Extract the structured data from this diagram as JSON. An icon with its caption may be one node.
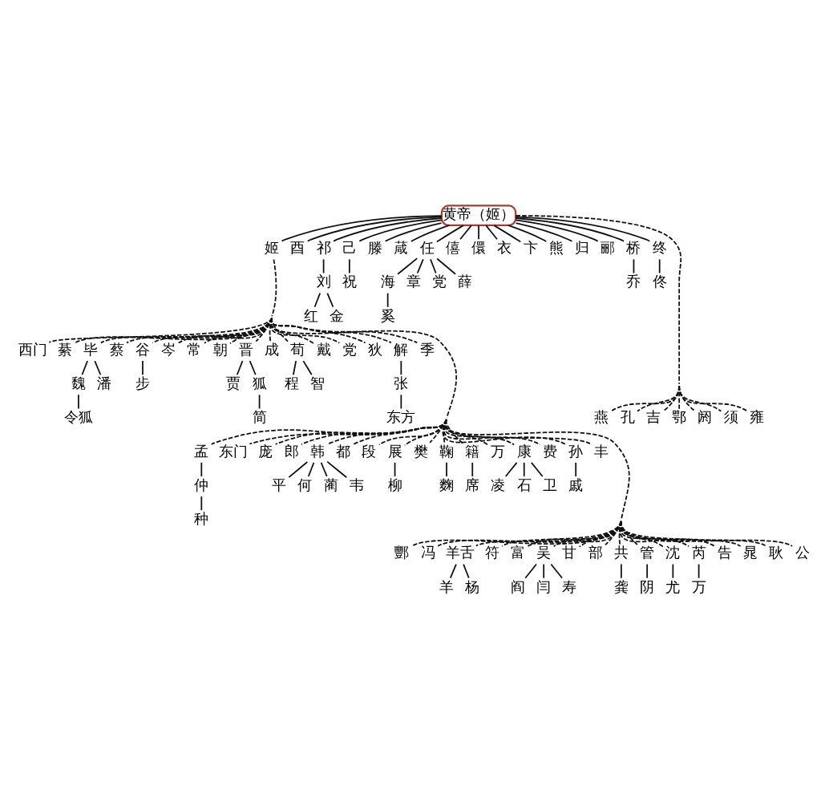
{
  "diagram": {
    "nodes": [
      {
        "text": [
          "黄帝（姬）"
        ]
      },
      {
        "text": [
          "姬"
        ]
      },
      {
        "text": [
          "酉"
        ]
      },
      {
        "text": [
          "祁"
        ]
      },
      {
        "text": [
          "己"
        ]
      },
      {
        "text": [
          "滕"
        ]
      },
      {
        "text": [
          "葴"
        ]
      },
      {
        "text": [
          "任"
        ]
      },
      {
        "text": [
          "僖"
        ]
      },
      {
        "text": [
          "儇"
        ]
      },
      {
        "text": [
          "衣"
        ]
      },
      {
        "text": [
          "卞"
        ]
      },
      {
        "text": [
          "熊"
        ]
      },
      {
        "text": [
          "归"
        ]
      },
      {
        "text": [
          "郦"
        ]
      },
      {
        "text": [
          "桥"
        ]
      },
      {
        "text": [
          "终"
        ]
      },
      {
        "text": [
          "刘"
        ]
      },
      {
        "text": [
          "祝"
        ]
      },
      {
        "text": [
          "红"
        ]
      },
      {
        "text": [
          "金"
        ]
      },
      {
        "text": [
          "海"
        ]
      },
      {
        "text": [
          "章"
        ]
      },
      {
        "text": [
          "党"
        ]
      },
      {
        "text": [
          "薛"
        ]
      },
      {
        "text": [
          "奚"
        ]
      },
      {
        "text": [
          "燕"
        ]
      },
      {
        "text": [
          "孔"
        ]
      },
      {
        "text": [
          "吉"
        ]
      },
      {
        "text": [
          "鄂"
        ]
      },
      {
        "text": [
          "阏"
        ]
      },
      {
        "text": [
          "须"
        ]
      },
      {
        "text": [
          "雍"
        ]
      },
      {
        "text": [
          "乔"
        ]
      },
      {
        "text": [
          "佟"
        ]
      },
      {
        "text": [
          "西门"
        ]
      },
      {
        "text": [
          "綦"
        ]
      },
      {
        "text": [
          "毕"
        ]
      },
      {
        "text": [
          "蔡"
        ]
      },
      {
        "text": [
          "谷"
        ]
      },
      {
        "text": [
          "岑"
        ]
      },
      {
        "text": [
          "常"
        ]
      },
      {
        "text": [
          "朝"
        ]
      },
      {
        "text": [
          "晋"
        ]
      },
      {
        "text": [
          "成"
        ]
      },
      {
        "text": [
          "荀"
        ]
      },
      {
        "text": [
          "戴"
        ]
      },
      {
        "text": [
          "党"
        ]
      },
      {
        "text": [
          "狄"
        ]
      },
      {
        "text": [
          "解"
        ]
      },
      {
        "text": [
          "季"
        ]
      },
      {
        "text": [
          "魏"
        ]
      },
      {
        "text": [
          "潘"
        ]
      },
      {
        "text": [
          "令狐"
        ]
      },
      {
        "text": [
          "步"
        ]
      },
      {
        "text": [
          "贾"
        ]
      },
      {
        "text": [
          "狐"
        ]
      },
      {
        "text": [
          "简"
        ]
      },
      {
        "text": [
          "程"
        ]
      },
      {
        "text": [
          "智"
        ]
      },
      {
        "text": [
          "张"
        ]
      },
      {
        "text": [
          "东方"
        ]
      },
      {
        "text": [
          "孟"
        ]
      },
      {
        "text": [
          "东门"
        ]
      },
      {
        "text": [
          "庞"
        ]
      },
      {
        "text": [
          "郎"
        ]
      },
      {
        "text": [
          "韩"
        ]
      },
      {
        "text": [
          "都"
        ]
      },
      {
        "text": [
          "段"
        ]
      },
      {
        "text": [
          "展"
        ]
      },
      {
        "text": [
          "樊"
        ]
      },
      {
        "text": [
          "鞠"
        ]
      },
      {
        "text": [
          "籍"
        ]
      },
      {
        "text": [
          "万"
        ]
      },
      {
        "text": [
          "康"
        ]
      },
      {
        "text": [
          "费"
        ]
      },
      {
        "text": [
          "孙"
        ]
      },
      {
        "text": [
          "丰"
        ]
      },
      {
        "text": [
          "仲"
        ]
      },
      {
        "text": [
          "种"
        ]
      },
      {
        "text": [
          "平"
        ]
      },
      {
        "text": [
          "何"
        ]
      },
      {
        "text": [
          "蔺"
        ]
      },
      {
        "text": [
          "韦"
        ]
      },
      {
        "text": [
          "柳"
        ]
      },
      {
        "text": [
          "麴"
        ]
      },
      {
        "text": [
          "席"
        ]
      },
      {
        "text": [
          "凌"
        ]
      },
      {
        "text": [
          "石"
        ]
      },
      {
        "text": [
          "卫"
        ]
      },
      {
        "text": [
          "戚"
        ]
      },
      {
        "text": [
          "酆"
        ]
      },
      {
        "text": [
          "冯"
        ]
      },
      {
        "text": [
          "羊舌"
        ]
      },
      {
        "text": [
          "符"
        ]
      },
      {
        "text": [
          "富"
        ]
      },
      {
        "text": [
          "吴"
        ]
      },
      {
        "text": [
          "甘"
        ]
      },
      {
        "text": [
          "部"
        ]
      },
      {
        "text": [
          "共"
        ]
      },
      {
        "text": [
          "管"
        ]
      },
      {
        "text": [
          "沈"
        ]
      },
      {
        "text": [
          "芮"
        ]
      },
      {
        "text": [
          "告"
        ]
      },
      {
        "text": [
          "晁"
        ]
      },
      {
        "text": [
          "耿"
        ]
      },
      {
        "text": [
          "公"
        ]
      },
      {
        "text": [
          "羊"
        ]
      },
      {
        "text": [
          "杨"
        ]
      },
      {
        "text": [
          "阎"
        ]
      },
      {
        "text": [
          "闫"
        ]
      },
      {
        "text": [
          "寿"
        ]
      },
      {
        "text": [
          "龚"
        ]
      },
      {
        "text": [
          "阴"
        ]
      },
      {
        "text": [
          "尤"
        ]
      },
      {
        "text": [
          "万"
        ]
      }
    ],
    "edges": [
      {
        "from": 0,
        "to": 1,
        "arrow": "none"
      },
      {
        "from": 0,
        "to": 2,
        "arrow": "none"
      },
      {
        "from": 0,
        "to": 3,
        "arrow": "none"
      },
      {
        "from": 0,
        "to": 4,
        "arrow": "none"
      },
      {
        "from": 0,
        "to": 5,
        "arrow": "none"
      },
      {
        "from": 0,
        "to": 6,
        "arrow": "none"
      },
      {
        "from": 0,
        "to": 7,
        "arrow": "none"
      },
      {
        "from": 0,
        "to": 8,
        "arrow": "none"
      },
      {
        "from": 0,
        "to": 9,
        "arrow": "none"
      },
      {
        "from": 0,
        "to": 10,
        "arrow": "none"
      },
      {
        "from": 0,
        "to": 11,
        "arrow": "none"
      },
      {
        "from": 0,
        "to": 12,
        "arrow": "none"
      },
      {
        "from": 0,
        "to": 13,
        "arrow": "none"
      },
      {
        "from": 0,
        "to": 14,
        "arrow": "none"
      },
      {
        "from": 0,
        "to": 15,
        "arrow": "none"
      },
      {
        "from": 0,
        "to": 16,
        "arrow": "none"
      },
      {
        "from": 0,
        "to": 26,
        "arrow": "none",
        "style": "dashed"
      },
      {
        "from": 0,
        "to": 27,
        "arrow": "none",
        "style": "dashed"
      },
      {
        "from": 0,
        "to": 28,
        "arrow": "none",
        "style": "dashed"
      },
      {
        "from": 0,
        "to": 29,
        "arrow": "none",
        "style": "dashed"
      },
      {
        "from": 0,
        "to": 30,
        "arrow": "none",
        "style": "dashed"
      },
      {
        "from": 0,
        "to": 31,
        "arrow": "none",
        "style": "dashed"
      },
      {
        "from": 0,
        "to": 32,
        "arrow": "none",
        "style": "dashed"
      },
      {
        "from": 3,
        "to": 17,
        "arrow": "none"
      },
      {
        "from": 17,
        "to": 19,
        "arrow": "none"
      },
      {
        "from": 17,
        "to": 20,
        "arrow": "none"
      },
      {
        "from": 4,
        "to": 18,
        "arrow": "none"
      },
      {
        "from": 7,
        "to": 21,
        "arrow": "none"
      },
      {
        "from": 7,
        "to": 22,
        "arrow": "none"
      },
      {
        "from": 7,
        "to": 23,
        "arrow": "none"
      },
      {
        "from": 7,
        "to": 24,
        "arrow": "none"
      },
      {
        "from": 21,
        "to": 25,
        "arrow": "none"
      },
      {
        "from": 15,
        "to": 33,
        "arrow": "none"
      },
      {
        "from": 16,
        "to": 34,
        "arrow": "none"
      },
      {
        "from": 1,
        "to": 35,
        "arrow": "none",
        "style": "dashed"
      },
      {
        "from": 1,
        "to": 36,
        "arrow": "none",
        "style": "dashed"
      },
      {
        "from": 1,
        "to": 37,
        "arrow": "none",
        "style": "dashed"
      },
      {
        "from": 1,
        "to": 38,
        "arrow": "none",
        "style": "dashed"
      },
      {
        "from": 1,
        "to": 39,
        "arrow": "none",
        "style": "dashed"
      },
      {
        "from": 1,
        "to": 40,
        "arrow": "none",
        "style": "dashed"
      },
      {
        "from": 1,
        "to": 41,
        "arrow": "none",
        "style": "dashed"
      },
      {
        "from": 1,
        "to": 42,
        "arrow": "none",
        "style": "dashed"
      },
      {
        "from": 1,
        "to": 43,
        "arrow": "none",
        "style": "dashed"
      },
      {
        "from": 1,
        "to": 44,
        "arrow": "none",
        "style": "dashed"
      },
      {
        "from": 1,
        "to": 45,
        "arrow": "none",
        "style": "dashed"
      },
      {
        "from": 1,
        "to": 46,
        "arrow": "none",
        "style": "dashed"
      },
      {
        "from": 1,
        "to": 47,
        "arrow": "none",
        "style": "dashed"
      },
      {
        "from": 1,
        "to": 48,
        "arrow": "none",
        "style": "dashed"
      },
      {
        "from": 1,
        "to": 49,
        "arrow": "none",
        "style": "dashed"
      },
      {
        "from": 1,
        "to": 50,
        "arrow": "none",
        "style": "dashed"
      },
      {
        "from": 37,
        "to": 51,
        "arrow": "none"
      },
      {
        "from": 37,
        "to": 52,
        "arrow": "none"
      },
      {
        "from": 51,
        "to": 53,
        "arrow": "none"
      },
      {
        "from": 39,
        "to": 54,
        "arrow": "none"
      },
      {
        "from": 43,
        "to": 55,
        "arrow": "none"
      },
      {
        "from": 43,
        "to": 56,
        "arrow": "none"
      },
      {
        "from": 56,
        "to": 57,
        "arrow": "none"
      },
      {
        "from": 45,
        "to": 58,
        "arrow": "none"
      },
      {
        "from": 45,
        "to": 59,
        "arrow": "none"
      },
      {
        "from": 49,
        "to": 60,
        "arrow": "none"
      },
      {
        "from": 60,
        "to": 61,
        "arrow": "none"
      },
      {
        "from": 1,
        "to": 62,
        "arrow": "none",
        "style": "dashed"
      },
      {
        "from": 1,
        "to": 63,
        "arrow": "none",
        "style": "dashed"
      },
      {
        "from": 1,
        "to": 64,
        "arrow": "none",
        "style": "dashed"
      },
      {
        "from": 1,
        "to": 65,
        "arrow": "none",
        "style": "dashed"
      },
      {
        "from": 1,
        "to": 66,
        "arrow": "none",
        "style": "dashed"
      },
      {
        "from": 1,
        "to": 67,
        "arrow": "none",
        "style": "dashed"
      },
      {
        "from": 1,
        "to": 68,
        "arrow": "none",
        "style": "dashed"
      },
      {
        "from": 1,
        "to": 69,
        "arrow": "none",
        "style": "dashed"
      },
      {
        "from": 1,
        "to": 70,
        "arrow": "none",
        "style": "dashed"
      },
      {
        "from": 1,
        "to": 71,
        "arrow": "none",
        "style": "dashed"
      },
      {
        "from": 1,
        "to": 72,
        "arrow": "none",
        "style": "dashed"
      },
      {
        "from": 1,
        "to": 73,
        "arrow": "none",
        "style": "dashed"
      },
      {
        "from": 1,
        "to": 74,
        "arrow": "none",
        "style": "dashed"
      },
      {
        "from": 1,
        "to": 75,
        "arrow": "none",
        "style": "dashed"
      },
      {
        "from": 1,
        "to": 76,
        "arrow": "none",
        "style": "dashed"
      },
      {
        "from": 1,
        "to": 77,
        "arrow": "none",
        "style": "dashed"
      },
      {
        "from": 62,
        "to": 78,
        "arrow": "none"
      },
      {
        "from": 78,
        "to": 79,
        "arrow": "none"
      },
      {
        "from": 66,
        "to": 80,
        "arrow": "none"
      },
      {
        "from": 66,
        "to": 81,
        "arrow": "none"
      },
      {
        "from": 66,
        "to": 82,
        "arrow": "none"
      },
      {
        "from": 66,
        "to": 83,
        "arrow": "none"
      },
      {
        "from": 69,
        "to": 84,
        "arrow": "none"
      },
      {
        "from": 71,
        "to": 85,
        "arrow": "none"
      },
      {
        "from": 72,
        "to": 86,
        "arrow": "none"
      },
      {
        "from": 74,
        "to": 87,
        "arrow": "none"
      },
      {
        "from": 74,
        "to": 88,
        "arrow": "none"
      },
      {
        "from": 74,
        "to": 89,
        "arrow": "none"
      },
      {
        "from": 76,
        "to": 90,
        "arrow": "none"
      },
      {
        "from": 1,
        "to": 91,
        "arrow": "none",
        "style": "dashed"
      },
      {
        "from": 1,
        "to": 92,
        "arrow": "none",
        "style": "dashed"
      },
      {
        "from": 1,
        "to": 93,
        "arrow": "none",
        "style": "dashed"
      },
      {
        "from": 1,
        "to": 94,
        "arrow": "none",
        "style": "dashed"
      },
      {
        "from": 1,
        "to": 95,
        "arrow": "none",
        "style": "dashed"
      },
      {
        "from": 1,
        "to": 96,
        "arrow": "none",
        "style": "dashed"
      },
      {
        "from": 1,
        "to": 97,
        "arrow": "none",
        "style": "dashed"
      },
      {
        "from": 1,
        "to": 98,
        "arrow": "none",
        "style": "dashed"
      },
      {
        "from": 1,
        "to": 99,
        "arrow": "none",
        "style": "dashed"
      },
      {
        "from": 1,
        "to": 100,
        "arrow": "none",
        "style": "dashed"
      },
      {
        "from": 1,
        "to": 101,
        "arrow": "none",
        "style": "dashed"
      },
      {
        "from": 1,
        "to": 102,
        "arrow": "none",
        "style": "dashed"
      },
      {
        "from": 1,
        "to": 103,
        "arrow": "none",
        "style": "dashed"
      },
      {
        "from": 1,
        "to": 104,
        "arrow": "none",
        "style": "dashed"
      },
      {
        "from": 1,
        "to": 105,
        "arrow": "none",
        "style": "dashed"
      },
      {
        "from": 1,
        "to": 106,
        "arrow": "none",
        "style": "dashed"
      },
      {
        "from": 93,
        "to": 107,
        "arrow": "none"
      },
      {
        "from": 93,
        "to": 108,
        "arrow": "none"
      },
      {
        "from": 96,
        "to": 109,
        "arrow": "none"
      },
      {
        "from": 96,
        "to": 110,
        "arrow": "none"
      },
      {
        "from": 96,
        "to": 111,
        "arrow": "none"
      },
      {
        "from": 99,
        "to": 112,
        "arrow": "none"
      },
      {
        "from": 100,
        "to": 113,
        "arrow": "none"
      },
      {
        "from": 101,
        "to": 114,
        "arrow": "none"
      },
      {
        "from": 102,
        "to": 115,
        "arrow": "none"
      }
    ]
  }
}
